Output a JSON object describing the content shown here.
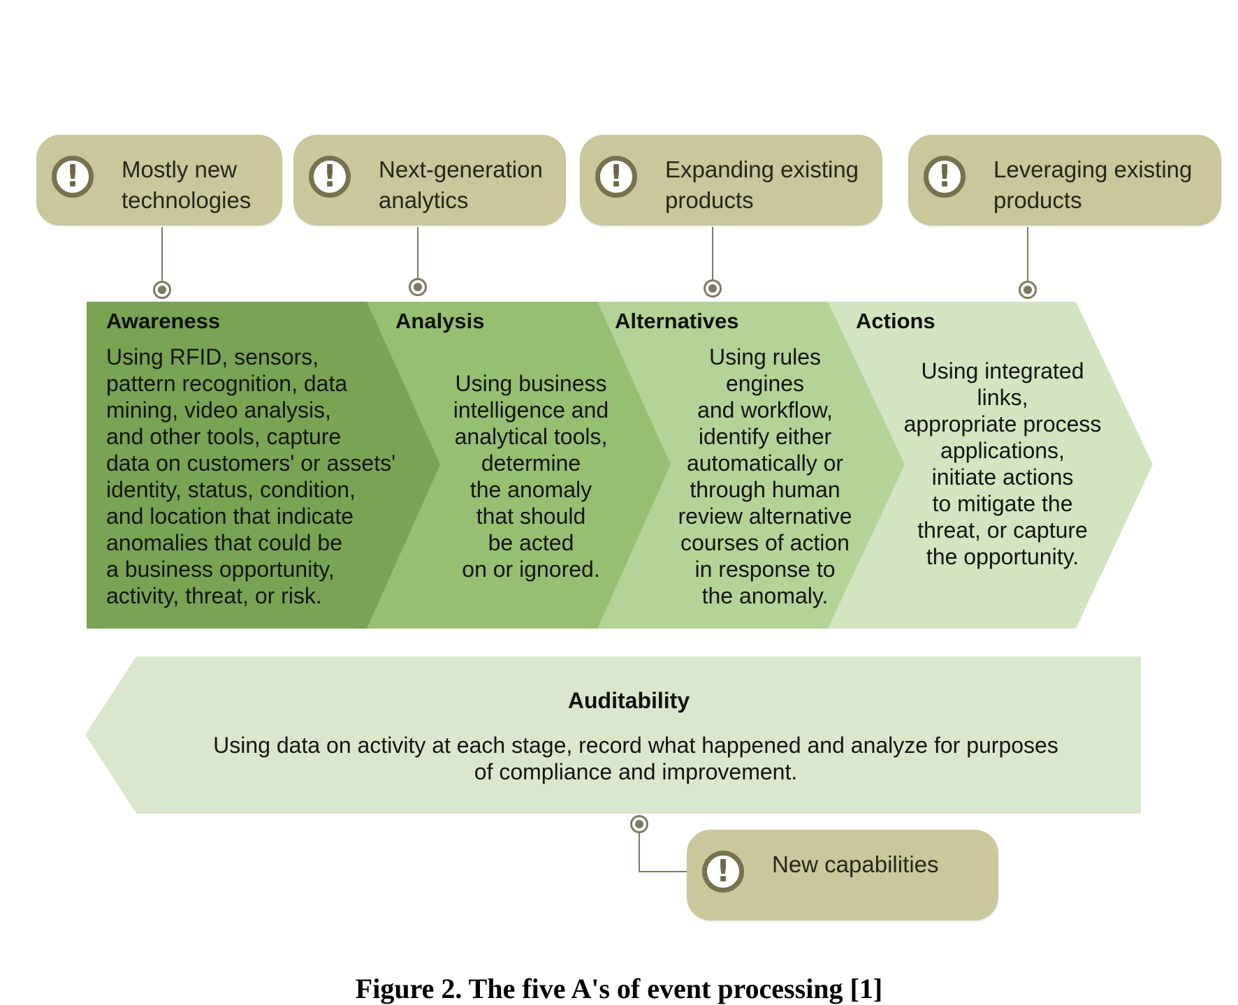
{
  "callouts": [
    {
      "icon": "exclamation-icon",
      "glyph": "!",
      "text": "Mostly new\ntechnologies"
    },
    {
      "icon": "exclamation-icon",
      "glyph": "!",
      "text": "Next-generation\nanalytics"
    },
    {
      "icon": "exclamation-icon",
      "glyph": "!",
      "text": "Expanding existing\nproducts"
    },
    {
      "icon": "exclamation-icon",
      "glyph": "!",
      "text": "Leveraging existing\nproducts"
    },
    {
      "icon": "exclamation-icon",
      "glyph": "!",
      "text": "New capabilities"
    }
  ],
  "stages": [
    {
      "title": "Awareness",
      "body": "Using RFID, sensors,\npattern recognition, data\nmining, video analysis,\nand other tools, capture\ndata on customers' or assets'\nidentity, status, condition,\nand location that indicate\nanomalies that could be\na business opportunity,\nactivity, threat, or risk.",
      "color": "#78a453"
    },
    {
      "title": "Analysis",
      "body": "Using business\nintelligence and\nanalytical tools,\ndetermine\nthe anomaly\nthat should\nbe acted\non or ignored.",
      "color": "#96bf72"
    },
    {
      "title": "Alternatives",
      "body": "Using rules\nengines\nand workflow,\nidentify either\nautomatically or\nthrough human\nreview alternative\ncourses of action\nin response to\nthe anomaly.",
      "color": "#b4d397"
    },
    {
      "title": "Actions",
      "body": "Using integrated\nlinks,\nappropriate process\napplications,\ninitiate actions\nto mitigate the\nthreat, or capture\nthe opportunity.",
      "color": "#d2e5c0"
    }
  ],
  "auditability": {
    "title": "Auditability",
    "body": "Using data on activity at each stage, record what happened and analyze for purposes\nof compliance and improvement.",
    "color": "#dbe7cd"
  },
  "caption": "Figure 2. The five A's of event processing [1]"
}
